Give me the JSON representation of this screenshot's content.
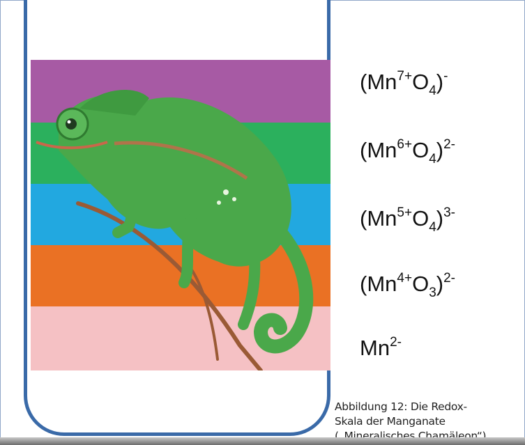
{
  "bands": [
    {
      "color": "#a75aa4"
    },
    {
      "color": "#2bb05d"
    },
    {
      "color": "#22a8e0"
    },
    {
      "color": "#ea7124"
    },
    {
      "color": "#f5c1c4"
    }
  ],
  "formulas": [
    {
      "open": "(Mn",
      "ox": "7+",
      "el": "O",
      "idx": "4",
      "close": ")",
      "charge": "-"
    },
    {
      "open": "(Mn",
      "ox": "6+",
      "el": "O",
      "idx": "4",
      "close": ")",
      "charge": "2-"
    },
    {
      "open": "(Mn",
      "ox": "5+",
      "el": "O",
      "idx": "4",
      "close": ")",
      "charge": "3-"
    },
    {
      "open": "(Mn",
      "ox": "4+",
      "el": "O",
      "idx": "3",
      "close": ")",
      "charge": "2-"
    },
    {
      "text": "Mn",
      "charge": "2-"
    }
  ],
  "caption": {
    "line1": "Abbildung 12: Die Redox-",
    "line2": "Skala der Manganate",
    "line3": "(„Mineralisches Chamäleon“)"
  },
  "colors": {
    "beaker_outline": "#3a6aa8",
    "chameleon": "#4aa84a"
  }
}
